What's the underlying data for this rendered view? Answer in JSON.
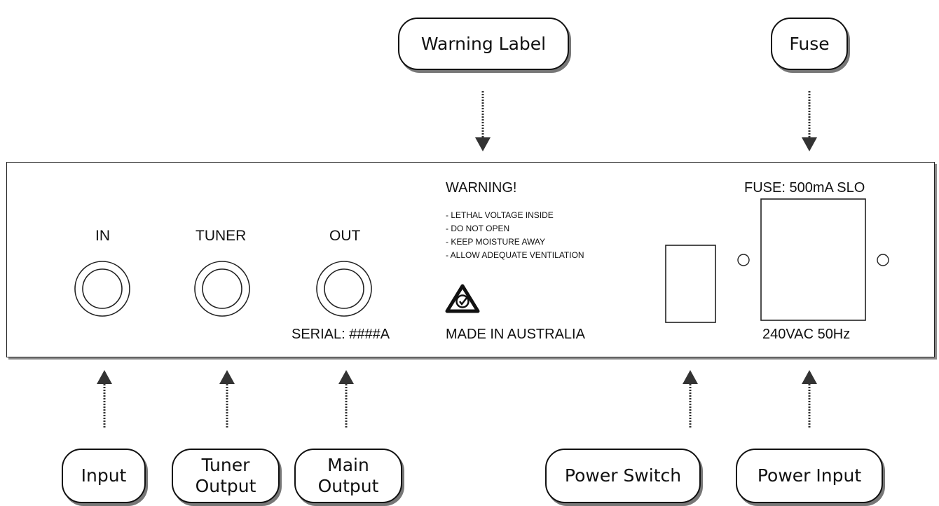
{
  "callouts": {
    "warning_label": "Warning Label",
    "fuse": "Fuse",
    "input": "Input",
    "tuner_output": [
      "Tuner",
      "Output"
    ],
    "main_output": [
      "Main",
      "Output"
    ],
    "power_switch": "Power Switch",
    "power_input": "Power Input"
  },
  "panel": {
    "jacks": [
      {
        "label": "IN"
      },
      {
        "label": "TUNER"
      },
      {
        "label": "OUT"
      }
    ],
    "serial": "SERIAL: ####A",
    "warning": {
      "title": "WARNING!",
      "lines": [
        "- LETHAL VOLTAGE INSIDE",
        "- DO NOT OPEN",
        "- KEEP MOISTURE AWAY",
        "- ALLOW ADEQUATE VENTILATION"
      ],
      "compliance_icon": "rcm-mark-icon"
    },
    "made_in": "MADE IN AUSTRALIA",
    "fuse_label": "FUSE: 500mA SLO",
    "power_rating": "240VAC 50Hz"
  }
}
